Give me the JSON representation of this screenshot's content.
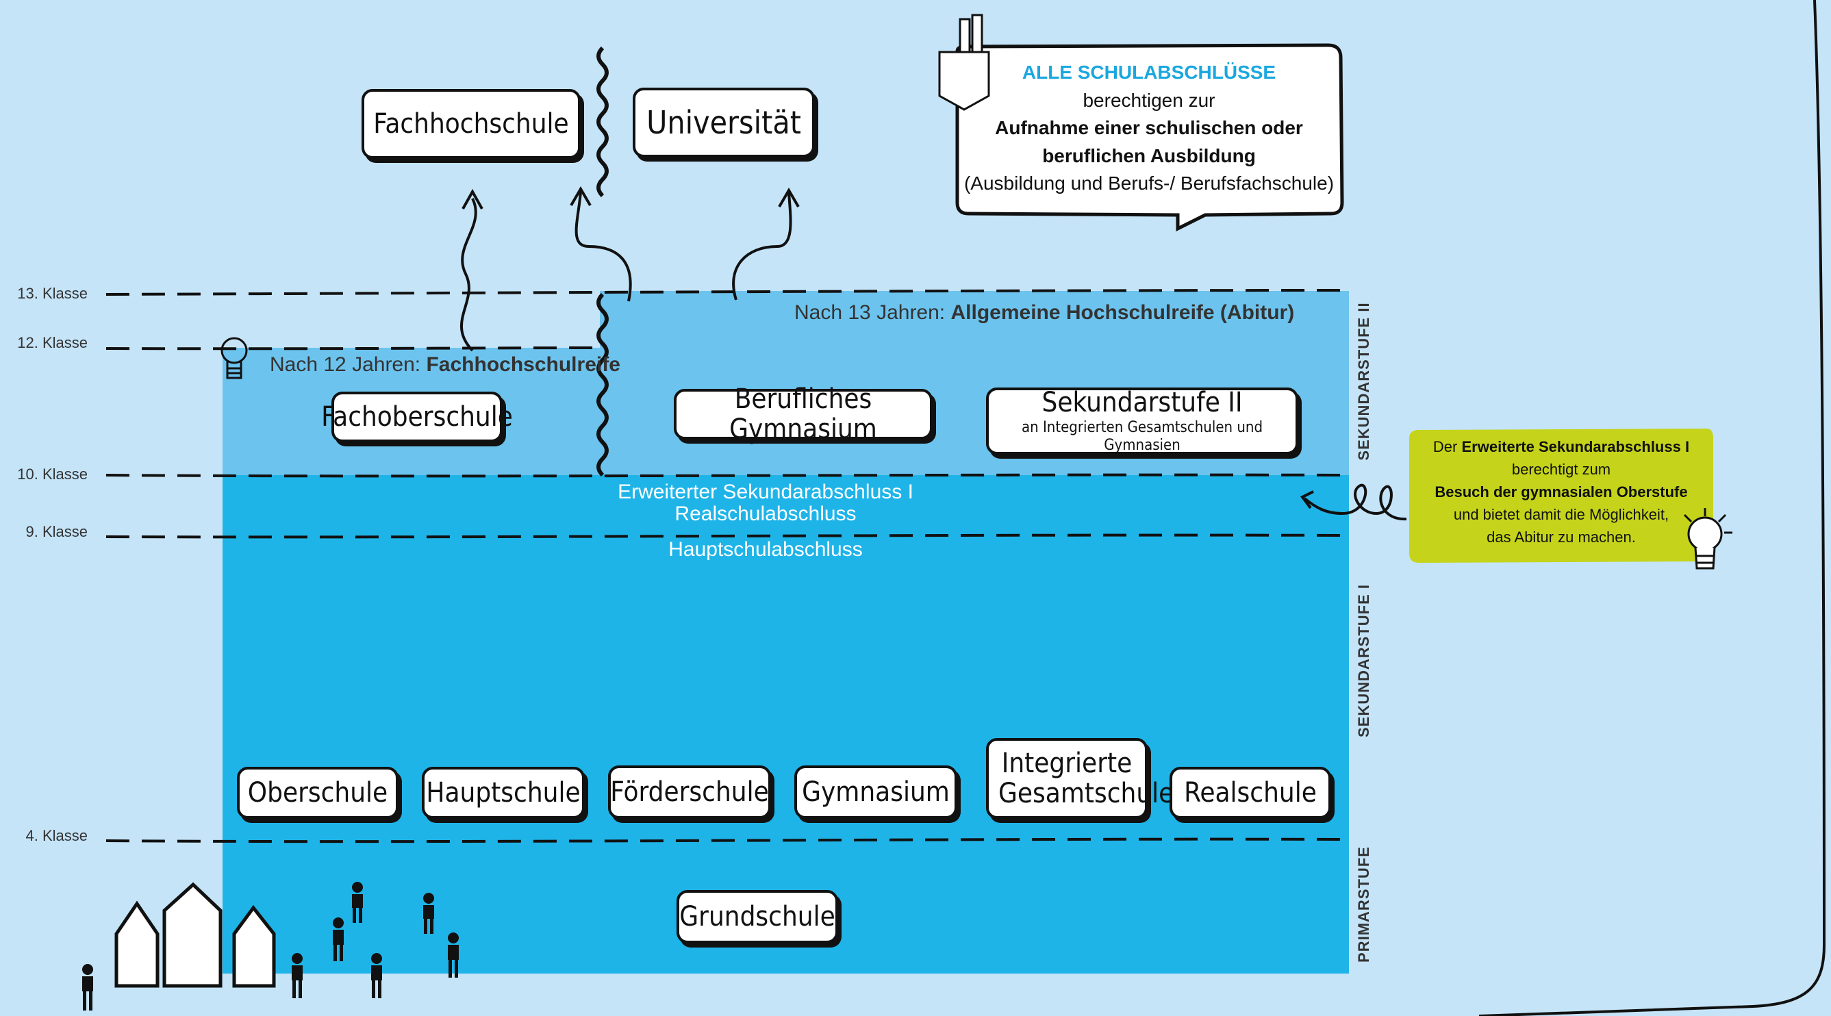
{
  "top_institutions": {
    "fachhochschule": "Fachhochschule",
    "universitaet": "Universität"
  },
  "grades": {
    "k13": "13. Klasse",
    "k12": "12. Klasse",
    "k10": "10. Klasse",
    "k9": "9. Klasse",
    "k4": "4. Klasse"
  },
  "headings": {
    "abitur_prefix": "Nach 13 Jahren: ",
    "abitur_bold": "Allgemeine Hochschulreife (Abitur)",
    "fhr_prefix": "Nach 12 Jahren: ",
    "fhr_bold": "Fachhochschulreife"
  },
  "sek2_schools": {
    "fachoberschule": "Fachoberschule",
    "berufliches_gymnasium": "Berufliches Gymnasium",
    "sek2_title": "Sekundarstufe II",
    "sek2_sub": "an Integrierten Gesamtschulen und Gymnasien"
  },
  "degrees": {
    "erweitert": "Erweiterter Sekundarabschluss I",
    "real": "Realschulabschluss",
    "haupt": "Hauptschulabschluss"
  },
  "sek1_schools": [
    "Oberschule",
    "Hauptschule",
    "Förderschule",
    "Gymnasium",
    "Integrierte Gesamtschule",
    "Realschule"
  ],
  "primary_school": "Grundschule",
  "zones": {
    "sek2": "SEKUNDARSTUFE II",
    "sek1": "SEKUNDARSTUFE I",
    "primar": "PRIMARSTUFE"
  },
  "speech_bubble": {
    "title": "ALLE SCHULABSCHLÜSSE",
    "line1": "berechtigen zur",
    "line2": "Aufnahme einer schulischen oder",
    "line3": "beruflichen Ausbildung",
    "line4": "(Ausbildung und Berufs-/ Berufsfachschule)"
  },
  "info_note": {
    "prefix": "Der ",
    "bold1": "Erweiterte Sekundarabschluss I",
    "line2": "berechtigt zum",
    "bold2": "Besuch der gymnasialen Oberstufe",
    "line4": "und bietet damit die Möglichkeit,",
    "line5": "das Abitur zu machen."
  },
  "colors": {
    "background": "#c5e4f8",
    "sek2_light": "#6cc3ee",
    "sek1": "#1fb4e8",
    "title_accent": "#1aa7df",
    "note": "#c5d41a"
  }
}
